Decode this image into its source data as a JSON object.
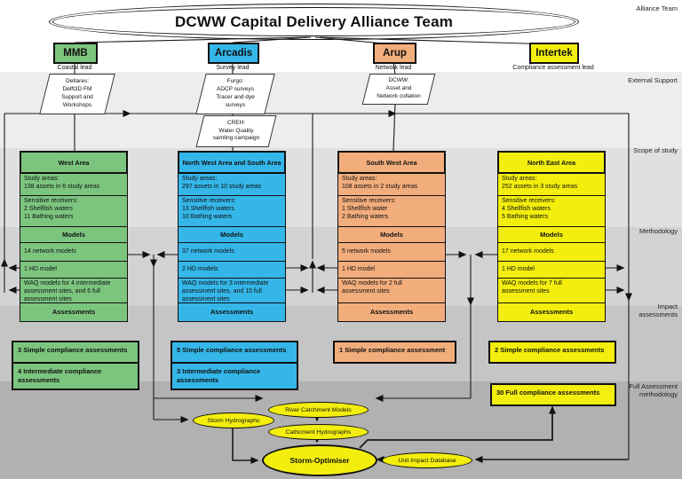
{
  "alliance": {
    "title": "DCWW Capital Delivery Alliance Team",
    "side_label": "Alliance Team"
  },
  "side_labels": {
    "external_support": "External Support",
    "scope": "Scope of study",
    "methodology": "Methodology",
    "impact": "Impact\nassessments",
    "full": "Full Assessment\nmethodology"
  },
  "partners": [
    {
      "name": "MMB",
      "lead": "Coastal lead",
      "color": "#7cc57f"
    },
    {
      "name": "Arcadis",
      "lead": "Survey lead",
      "color": "#35b6e8"
    },
    {
      "name": "Arup",
      "lead": "Network lead",
      "color": "#f2ad7c"
    },
    {
      "name": "Intertek",
      "lead": "Compliance assessment lead",
      "color": "#f3ee0d"
    }
  ],
  "external_support": [
    {
      "text": "Deltares:\nDelft3D FM\nSupport and\nWorkshops"
    },
    {
      "text": "Furgo:\nADCP surveys\nTracer and dye\nsurveys"
    },
    {
      "text": "DCWW:\nAsset and\nNetwork collation"
    },
    {
      "text": "CREH:\nWater Quality\nsamling campaign"
    }
  ],
  "labels": {
    "models": "Models",
    "assessments": "Assessments"
  },
  "columns": [
    {
      "name": "West Area",
      "study": "Study areas:\n138 assets in 6 study areas",
      "sensitive": "Sensitive receivers:\n2 Shellfish waters\n11 Bathing waters",
      "network": "14 network models",
      "hd": "1 HD model",
      "waq": "WAQ models for 4 intermediate\nassessment sites, and 6 full\nassessment sites"
    },
    {
      "name": "North West Area and South Area",
      "study": "Study areas:\n297 assets in 10 study areas",
      "sensitive": "Sensitive receivers:\n13 Shellfish waters\n10 Bathing waters",
      "network": "37 network models",
      "hd": "2 HD models",
      "waq": "WAQ models for 3 intermediate\nassessment sites, and 15 full\nassessment sites"
    },
    {
      "name": "South West Area",
      "study": "Study areas:\n108 assets in 2 study areas",
      "sensitive": "Sensitive receivers:\n1 Shellfish water\n2 Bathing waters",
      "network": "5 network models",
      "hd": "1 HD model",
      "waq": "WAQ models for 2 full\nassessment sites"
    },
    {
      "name": "North East Area",
      "study": "Study areas:\n252 assets in 3 study areas",
      "sensitive": "Sensitive receivers:\n4 Shellfish waters\n5 Bathing waters",
      "network": "17 network models",
      "hd": "1 HD model",
      "waq": "WAQ models for 7 full\nassessment sites"
    }
  ],
  "compliance": {
    "west_simple": "3 Simple compliance assessments",
    "west_intermediate": "4 Intermediate compliance\nassessments",
    "nw_simple": "5 Simple compliance assessments",
    "nw_intermediate": "3 Intermediate compliance\nassessments",
    "sw_simple": "1 Simple compliance assessment",
    "ne_simple": "2 Simple compliance assessments",
    "full": "30 Full compliance assessments"
  },
  "optimiser": {
    "storm_hydrographs": "Storm Hydrographs",
    "river_catchment": "River Catchment Models",
    "catchment_hydrographs": "Cathcment Hydrographs",
    "storm_optimiser": "Storm-Optimiser",
    "unit_impact": "Unit Impact Database"
  },
  "colors": {
    "green": "#7cc57f",
    "blue": "#35b6e8",
    "orange": "#f2ad7c",
    "yellow": "#f3ee0d"
  }
}
